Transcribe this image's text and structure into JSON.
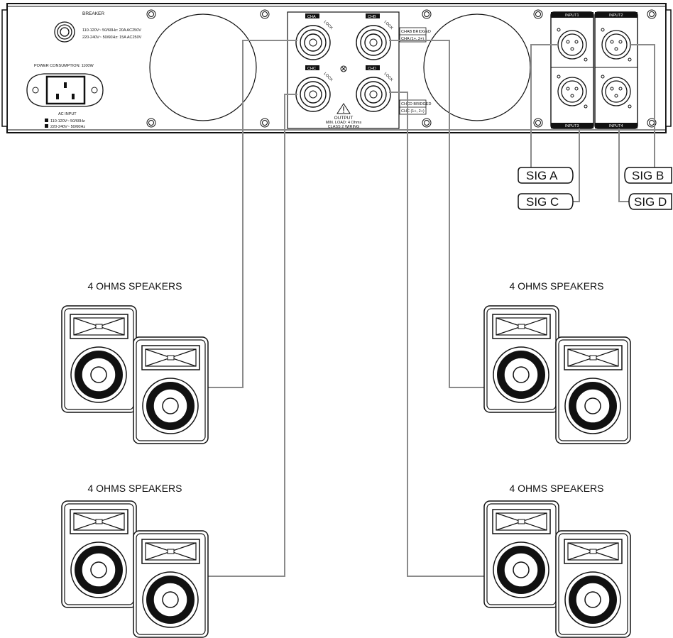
{
  "amplifier": {
    "breaker_label": "BREAKER",
    "breaker_spec_1": "110-120V~ 50/60Hz: 20A AC250V",
    "breaker_spec_2": "220-240V~ 50/60Hz: 15A AC250V",
    "power_consumption": "POWER CONSUMPTION: 1100W",
    "ac_input_title": "AC INPUT",
    "ac_input_1": "110-120V~ 50/60Hz",
    "ac_input_2": "220-240V~ 50/60Hz",
    "channels": [
      "CHA",
      "CHB",
      "CHC",
      "CHD"
    ],
    "lock_label": "LOCK",
    "cha_bridged": "CHAB BRIDGED",
    "cha_bridged_pins": "CHA (1+, 2+)",
    "chc_bridged": "CHCD BRIDGED",
    "chc_bridged_pins": "CHC (1+, 2+)",
    "output_title": "OUTPUT",
    "output_min_load": "MIN. LOAD: 4 Ohms",
    "output_class": "CLASS 2 WIRING",
    "inputs": [
      "INPUT1",
      "INPUT2",
      "INPUT3",
      "INPUT4"
    ]
  },
  "signals": [
    "SIG A",
    "SIG B",
    "SIG C",
    "SIG D"
  ],
  "speaker_groups": [
    "4 OHMS SPEAKERS",
    "4 OHMS SPEAKERS",
    "4 OHMS SPEAKERS",
    "4 OHMS SPEAKERS"
  ],
  "colors": {
    "wire": "#8a8a8a",
    "line": "#111111",
    "badge": "#111111"
  }
}
